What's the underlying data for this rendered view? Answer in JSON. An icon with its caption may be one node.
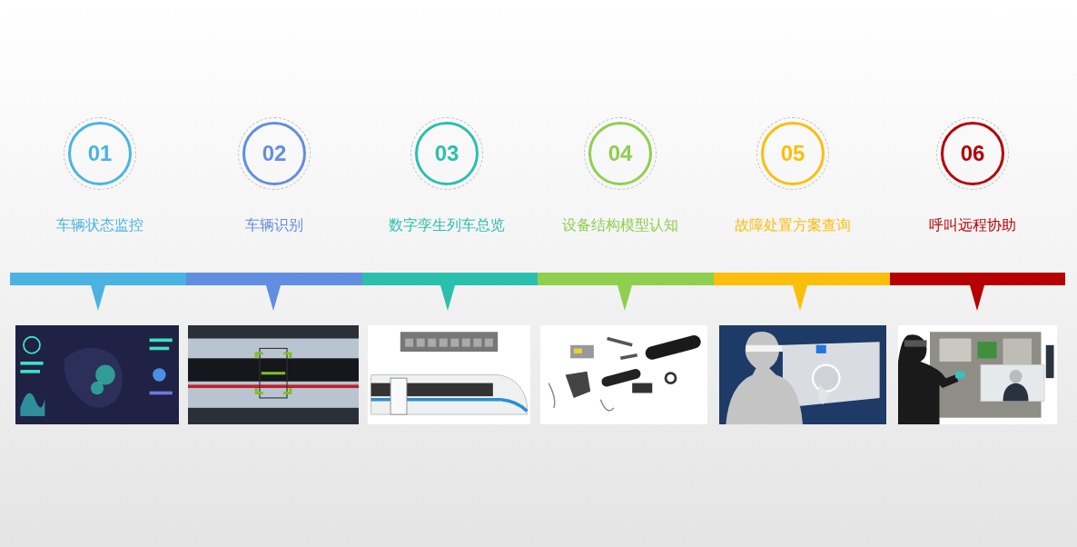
{
  "diagram": {
    "nodes": [
      {
        "text": [
          "01"
        ],
        "beside": [
          "车辆状态监控"
        ]
      },
      {
        "text": [
          "02"
        ],
        "beside": [
          "车辆识别"
        ]
      },
      {
        "text": [
          "03"
        ],
        "beside": [
          "数字孪生列车总览"
        ]
      },
      {
        "text": [
          "04"
        ],
        "beside": [
          "设备结构模型认知"
        ]
      },
      {
        "text": [
          "05"
        ],
        "beside": [
          "故障处置方案查询"
        ]
      },
      {
        "text": [
          "06"
        ],
        "beside": [
          "呼叫远程协助"
        ]
      },
      {
        "text": [],
        "shape": "picture"
      },
      {
        "text": [],
        "shape": "picture"
      },
      {
        "text": [],
        "shape": "picture"
      },
      {
        "text": [],
        "shape": "picture"
      },
      {
        "text": [],
        "shape": "picture"
      },
      {
        "text": [],
        "shape": "picture"
      }
    ]
  }
}
